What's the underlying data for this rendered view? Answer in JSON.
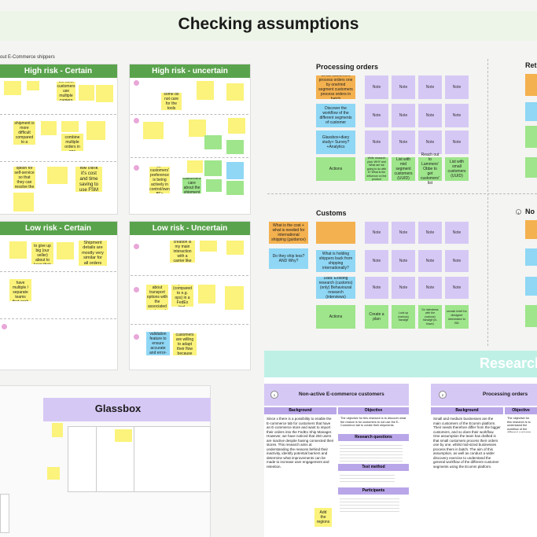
{
  "header": {
    "title": "Checking assumptions",
    "breadcrumb": "out E-Commerce shippers"
  },
  "quadrants": {
    "high_certain": "High risk - Certain",
    "high_uncertain": "High risk - uncertain",
    "low_certain": "Low risk - Certain",
    "low_uncertain": "Low risk - Uncertain"
  },
  "hc_stickies": {
    "s1": "We think customers use multiple carriers",
    "s2": "Creating a international shipment is more difficult compared to a domestic shipment",
    "s3": "Customers want to combine multiple orders in one shipment",
    "s4": "They like to have an option for self-service so that they can resolve the issues themselves",
    "s5": "We think it's cost and time saving to use FSM"
  },
  "hu_stickies": {
    "s1": "I can imagine some do not care for the tools and the data",
    "s2": "Biggest customers' preference is being actively in control/own BFs",
    "s3": "We think customers care about the shipment costs"
  },
  "lc_stickies": {
    "s1": "Our customers don't want to give up big (our seller) about to keep their business 'transparent'",
    "s2": "Shipment details are mostly very similar for all orders",
    "s3": "Large customers have multiple / separate teams that work together"
  },
  "lu_stickies": {
    "s1": "Shipment creation is my main interaction with a carrier like FedEx",
    "s2": "I need total transparency about transport options with the associated costs and transit times",
    "s3": "Users require the lowest price (compared to e.g. ops) in a FedEx tool, because it's owned by FedEx",
    "s4": "SMB customers are willing to adapt their flow because of the tool",
    "s5": "Require address validation feature to ensure accurate and error-free shipping"
  },
  "processing": {
    "title": "Processing orders",
    "rows": [
      "Small customers process orders one by one/mid segment customers process orders in batch",
      "Discover the workflow of the different segments of customer",
      "Glassbox+diary study+ Survey? +Analytics",
      "Actions"
    ],
    "note": "Note",
    "actions": [
      "Write research plan: WHY and What are we going to do with it? What is the influence on the product",
      "List with mid segment customers (UUID)",
      "Reach out to Lammers' Obbe to get customers' list",
      "List with small customers (UUID)"
    ]
  },
  "customs": {
    "title": "Customs",
    "rows": [
      "What is the cost + what is needed for international shipping (guidance)",
      "Do they ship less? AND Why?",
      "What is holding shippers back from shipping internationally?",
      "Data: Existing research (customs) (only) Behavioural research (interviews)",
      "Actions"
    ],
    "note": "Note",
    "actions": [
      "Create a plan",
      "Look up (various) hand/gif",
      "Do interviews with the (various) hand/gif (in-blaze)",
      "create brief for designer interested in BD"
    ]
  },
  "right_edge": {
    "title1": "Retu",
    "title2": "No",
    "badge": "1"
  },
  "glassbox": {
    "title": "Glassbox"
  },
  "research": {
    "title": "Research",
    "card1": {
      "num": "1",
      "title": "Non-active E-commerce customers",
      "background_label": "Background",
      "background": "Since x there is a possibility to enable the E-commerce tab for customers that have an E-commerce store and want to import their orders into the FedEx Ship Manager. However, we have noticed that 250 users are inactive despite having connected their stores. This research aims at understanding the reasons behind their inactivity, identify potential barriers and determine what improvements can be made to increase user engagement and retention.",
      "objective_label": "Objective",
      "objective": "The objective for this research is to discover what the reason is for customers to not use the E-Commerce tab to create their shipments.",
      "questions_label": "Research questions",
      "method_label": "Test method",
      "participants_label": "Participants",
      "sticky": "Add the regions"
    },
    "card2": {
      "num": "2",
      "title": "Processing orders",
      "background_label": "Background",
      "background": "Small and medium businesses are the main customers of the Ecomm platform. Their needs therefore differ from the bigger customers, and so does their workflow. One assumption the team has drafted is that small customers process their orders one by one, whilst mid-sized businesses process them in batch. The aim of this assumption, as well as conduct a wider discovery exercise to understand the general workflow of the different customer segments using the Ecomm platform.",
      "objective_label": "Objective",
      "objective": "The objective for this research is to understand the workflow of the different customer segments."
    }
  }
}
